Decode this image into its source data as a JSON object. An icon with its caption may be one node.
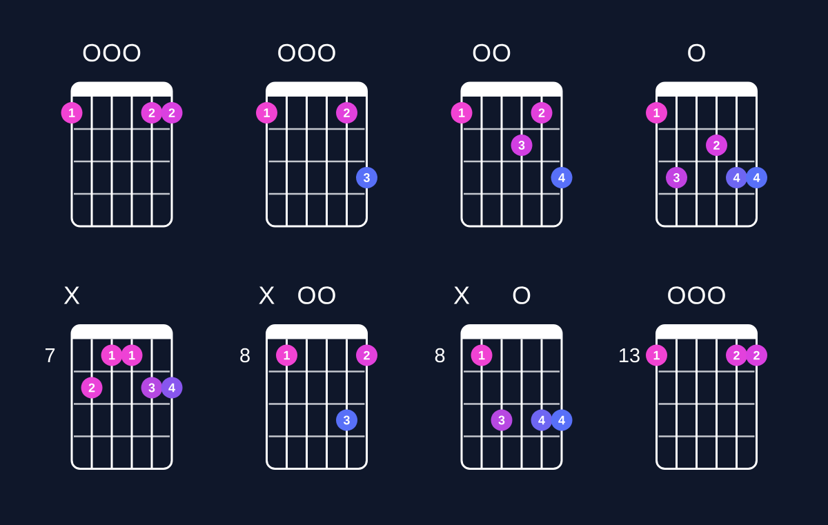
{
  "diagram": {
    "nodes": [
      {
        "text": [
          "1"
        ]
      },
      {
        "text": [
          "2"
        ]
      },
      {
        "text": [
          "2"
        ]
      },
      {
        "text": [
          "1"
        ]
      },
      {
        "text": [
          "2"
        ]
      },
      {
        "text": [
          "3"
        ]
      },
      {
        "text": [
          "1"
        ]
      },
      {
        "text": [
          "2"
        ]
      },
      {
        "text": [
          "3"
        ]
      },
      {
        "text": [
          "4"
        ]
      },
      {
        "text": [
          "1"
        ]
      },
      {
        "text": [
          "2"
        ]
      },
      {
        "text": [
          "3"
        ]
      },
      {
        "text": [
          "4"
        ]
      },
      {
        "text": [
          "4"
        ]
      },
      {
        "text": [
          "1"
        ]
      },
      {
        "text": [
          "1"
        ]
      },
      {
        "text": [
          "2"
        ]
      },
      {
        "text": [
          "3"
        ]
      },
      {
        "text": [
          "4"
        ]
      },
      {
        "text": [
          "1"
        ]
      },
      {
        "text": [
          "2"
        ]
      },
      {
        "text": [
          "3"
        ]
      },
      {
        "text": [
          "1"
        ]
      },
      {
        "text": [
          "3"
        ]
      },
      {
        "text": [
          "4"
        ]
      },
      {
        "text": [
          "4"
        ]
      },
      {
        "text": [
          "1"
        ]
      },
      {
        "text": [
          "2"
        ]
      },
      {
        "text": [
          "2"
        ]
      }
    ],
    "labels": [
      "O",
      "O",
      "O",
      "O",
      "O",
      "O",
      "O",
      "O",
      "O",
      "X",
      "7",
      "X",
      "O",
      "O",
      "8",
      "X",
      "O",
      "8",
      "O",
      "O",
      "O",
      "13"
    ]
  }
}
